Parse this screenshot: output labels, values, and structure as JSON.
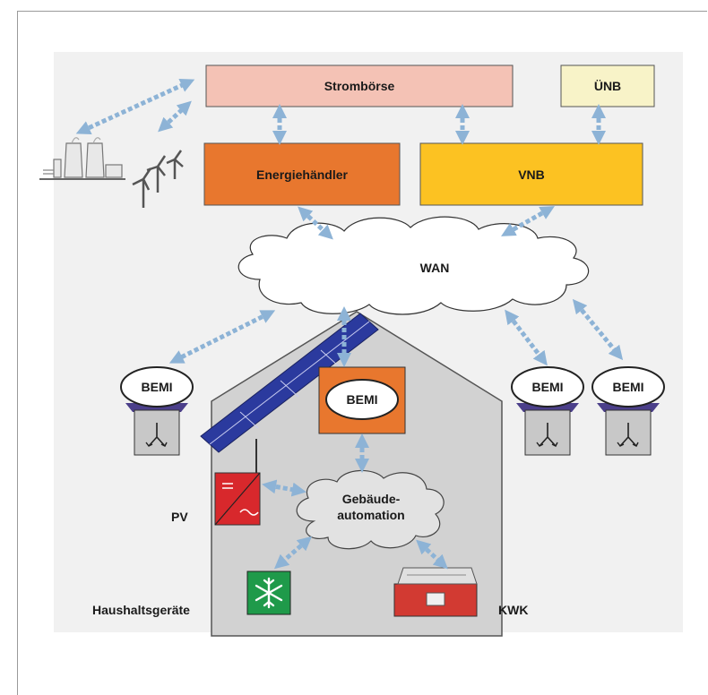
{
  "boxes": {
    "stromboerse": "Strombörse",
    "uenb": "ÜNB",
    "energiehaendler": "Energiehändler",
    "vnb": "VNB"
  },
  "network": {
    "wan": "WAN"
  },
  "bemi": {
    "label": "BEMI"
  },
  "house": {
    "gebaeude_line1": "Gebäude-",
    "gebaeude_line2": "automation",
    "pv": "PV",
    "haushaltsgeraete": "Haushaltsgeräte",
    "kwk": "KWK"
  },
  "colors": {
    "stromboerse": "#f4c2b5",
    "uenb": "#f8f3c8",
    "energiehaendler": "#e8772e",
    "vnb": "#fcc222",
    "arrow": "#8db3d6",
    "solar": "#2b3a9e",
    "inverter": "#d8282c",
    "fridge": "#1f9a4a",
    "chp": "#d23a32",
    "cloud": "#d9d9d9"
  }
}
